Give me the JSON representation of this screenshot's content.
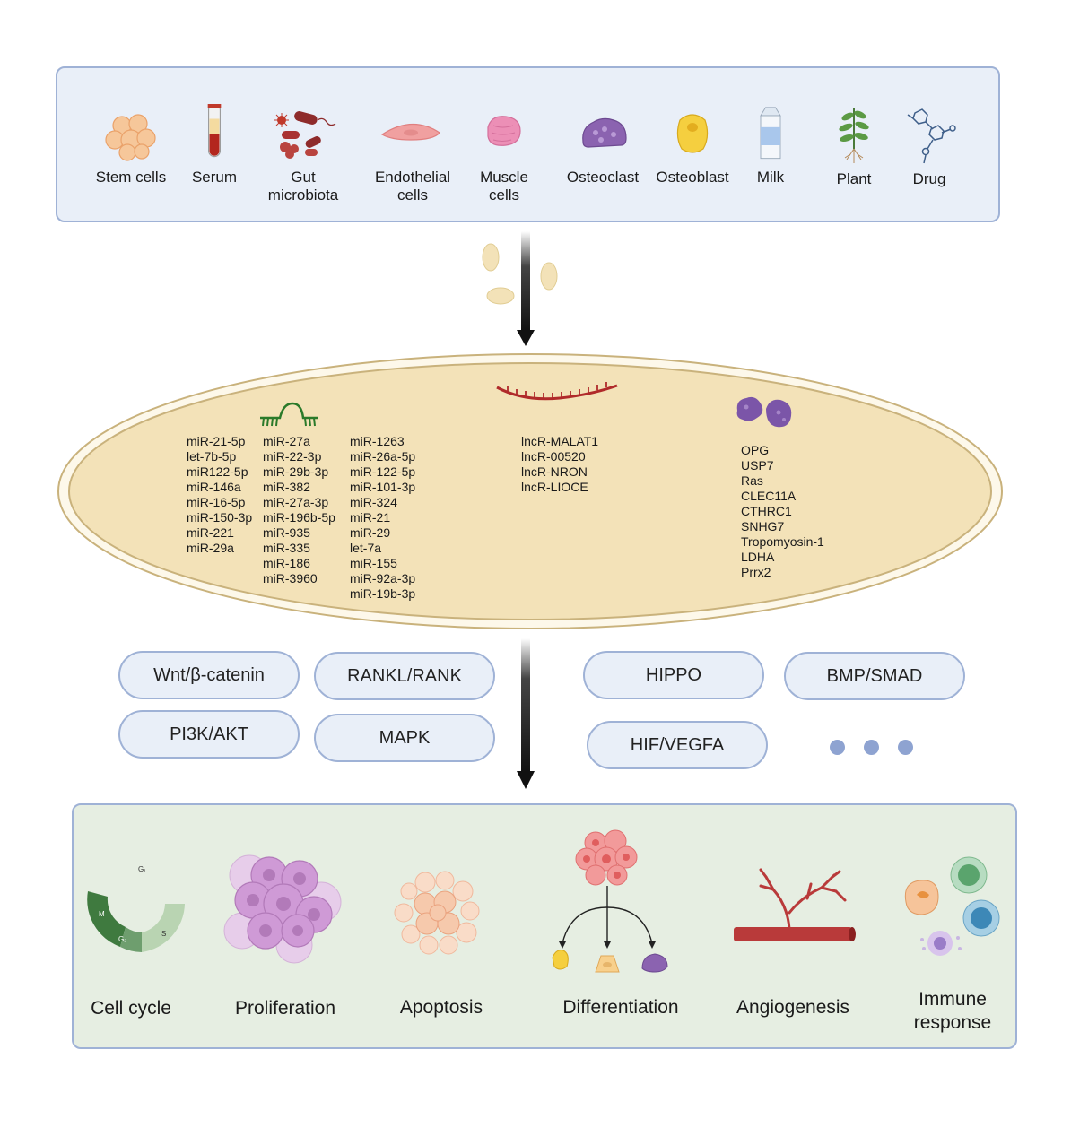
{
  "sources": [
    {
      "label": "Stem cells",
      "icon": "stem-cells-icon"
    },
    {
      "label": "Serum",
      "icon": "serum-tube-icon"
    },
    {
      "label": "Gut microbiota",
      "icon": "microbiota-icon"
    },
    {
      "label": "Endothelial cells",
      "icon": "endothelial-cell-icon"
    },
    {
      "label": "Muscle cells",
      "icon": "muscle-cell-icon"
    },
    {
      "label": "Osteoclast",
      "icon": "osteoclast-icon"
    },
    {
      "label": "Osteoblast",
      "icon": "osteoblast-icon"
    },
    {
      "label": "Milk",
      "icon": "milk-carton-icon"
    },
    {
      "label": "Plant",
      "icon": "plant-icon"
    },
    {
      "label": "Drug",
      "icon": "drug-molecule-icon"
    }
  ],
  "source_labels": {
    "stem": "Stem cells",
    "serum": "Serum",
    "gut_1": "Gut",
    "gut_2": "microbiota",
    "endo_1": "Endothelial",
    "endo_2": "cells",
    "muscle_1": "Muscle",
    "muscle_2": "cells",
    "osteoclast": "Osteoclast",
    "osteoblast": "Osteoblast",
    "milk": "Milk",
    "plant": "Plant",
    "drug": "Drug"
  },
  "mirna_col1": [
    "miR-21-5p",
    "let-7b-5p",
    "miR122-5p",
    "miR-146a",
    "miR-16-5p",
    "miR-150-3p",
    "miR-221",
    "miR-29a"
  ],
  "mirna_col2": [
    "miR-27a",
    "miR-22-3p",
    "miR-29b-3p",
    "miR-382",
    "miR-27a-3p",
    "miR-196b-5p",
    "miR-935",
    "miR-335",
    "miR-186",
    "miR-3960"
  ],
  "mirna_col3": [
    "miR-1263",
    "miR-26a-5p",
    "miR-122-5p",
    "miR-101-3p",
    "miR-324",
    "miR-21",
    "miR-29",
    "let-7a",
    "miR-155",
    "miR-92a-3p",
    "miR-19b-3p"
  ],
  "lncrna": [
    "lncR-MALAT1",
    "lncR-00520",
    "lncR-NRON",
    "lncR-LIOCE"
  ],
  "proteins": [
    "OPG",
    "USP7",
    "Ras",
    "CLEC11A",
    "CTHRC1",
    "SNHG7",
    "Tropomyosin-1",
    "LDHA",
    "Prrx2"
  ],
  "pathways": {
    "wnt": "Wnt/β-catenin",
    "rankl": "RANKL/RANK",
    "hippo": "HIPPO",
    "bmp": "BMP/SMAD",
    "pi3k": "PI3K/AKT",
    "mapk": "MAPK",
    "hif": "HIF/VEGFA"
  },
  "cell_cycle_phases": {
    "g1": "G₁",
    "m": "M",
    "g2": "G₂",
    "s": "S"
  },
  "effects": {
    "cell_cycle": "Cell cycle",
    "proliferation": "Proliferation",
    "apoptosis": "Apoptosis",
    "differentiation": "Differentiation",
    "angiogenesis": "Angiogenesis",
    "immune_1": "Immune",
    "immune_2": "response"
  },
  "colors": {
    "panel_blue_fill": "#e9eff8",
    "panel_border": "#9fb2d6",
    "vesicle_fill": "#f3e2b8",
    "vesicle_outline": "#c9b27c",
    "effects_fill": "#e6eee2",
    "arrow": "#1a1a1a"
  }
}
